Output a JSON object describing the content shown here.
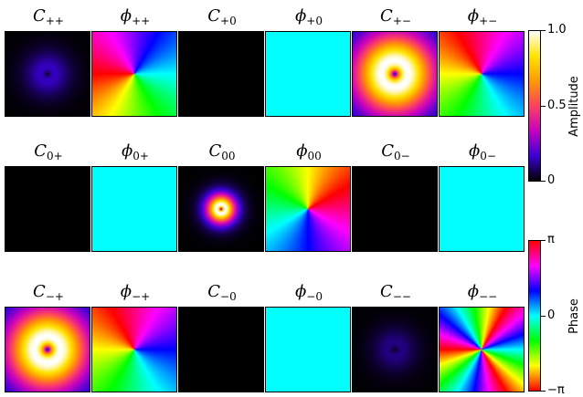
{
  "chart_data": {
    "type": "heatmap",
    "layout": {
      "rows": 3,
      "columns": 6
    },
    "panels": [
      {
        "row": 0,
        "col": 0,
        "symbol": "C",
        "sub": "++",
        "kind": "amplitude",
        "pattern": "faint-ring",
        "peak_amplitude": 0.15
      },
      {
        "row": 0,
        "col": 1,
        "symbol": "ϕ",
        "sub": "++",
        "kind": "phase",
        "pattern": "vortex",
        "winding": 1,
        "offset_deg": 0
      },
      {
        "row": 0,
        "col": 2,
        "symbol": "C",
        "sub": "+0",
        "kind": "amplitude",
        "pattern": "zero",
        "peak_amplitude": 0.0
      },
      {
        "row": 0,
        "col": 3,
        "symbol": "ϕ",
        "sub": "+0",
        "kind": "phase",
        "pattern": "uniform",
        "phase_value": 0
      },
      {
        "row": 0,
        "col": 4,
        "symbol": "C",
        "sub": "+−",
        "kind": "amplitude",
        "pattern": "ring",
        "peak_amplitude": 1.0
      },
      {
        "row": 0,
        "col": 5,
        "symbol": "ϕ",
        "sub": "+−",
        "kind": "phase",
        "pattern": "vortex",
        "winding": 1,
        "offset_deg": 60
      },
      {
        "row": 1,
        "col": 0,
        "symbol": "C",
        "sub": "0+",
        "kind": "amplitude",
        "pattern": "zero",
        "peak_amplitude": 0.0
      },
      {
        "row": 1,
        "col": 1,
        "symbol": "ϕ",
        "sub": "0+",
        "kind": "phase",
        "pattern": "uniform",
        "phase_value": 0
      },
      {
        "row": 1,
        "col": 2,
        "symbol": "C",
        "sub": "00",
        "kind": "amplitude",
        "pattern": "small-ring",
        "peak_amplitude": 1.0
      },
      {
        "row": 1,
        "col": 3,
        "symbol": "ϕ",
        "sub": "00",
        "kind": "phase",
        "pattern": "vortex",
        "winding": 1,
        "offset_deg": 150
      },
      {
        "row": 1,
        "col": 4,
        "symbol": "C",
        "sub": "0−",
        "kind": "amplitude",
        "pattern": "zero",
        "peak_amplitude": 0.0
      },
      {
        "row": 1,
        "col": 5,
        "symbol": "ϕ",
        "sub": "0−",
        "kind": "phase",
        "pattern": "uniform",
        "phase_value": 0
      },
      {
        "row": 2,
        "col": 0,
        "symbol": "C",
        "sub": "−+",
        "kind": "amplitude",
        "pattern": "ring",
        "peak_amplitude": 1.0
      },
      {
        "row": 2,
        "col": 1,
        "symbol": "ϕ",
        "sub": "−+",
        "kind": "phase",
        "pattern": "vortex",
        "winding": 1,
        "offset_deg": 60
      },
      {
        "row": 2,
        "col": 2,
        "symbol": "C",
        "sub": "−0",
        "kind": "amplitude",
        "pattern": "zero",
        "peak_amplitude": 0.0
      },
      {
        "row": 2,
        "col": 3,
        "symbol": "ϕ",
        "sub": "−0",
        "kind": "phase",
        "pattern": "uniform",
        "phase_value": 0
      },
      {
        "row": 2,
        "col": 4,
        "symbol": "C",
        "sub": "−−",
        "kind": "amplitude",
        "pattern": "faint-ring",
        "peak_amplitude": 0.1
      },
      {
        "row": 2,
        "col": 5,
        "symbol": "ϕ",
        "sub": "−−",
        "kind": "phase",
        "pattern": "vortex",
        "winding": 3,
        "offset_deg": 0
      }
    ],
    "colorbars": [
      {
        "name": "amplitude",
        "label": "Amplitude",
        "range": [
          0,
          1
        ],
        "ticks": [
          {
            "value": 0,
            "label": "0"
          },
          {
            "value": 0.5,
            "label": "0.5"
          },
          {
            "value": 1,
            "label": "1.0"
          }
        ],
        "colormap": [
          "#000000",
          "#3b00d6",
          "#c800c0",
          "#ff4060",
          "#ff9a00",
          "#ffe400",
          "#ffffff"
        ]
      },
      {
        "name": "phase",
        "label": "Phase",
        "range": [
          -3.14159,
          3.14159
        ],
        "ticks": [
          {
            "value": -3.14159,
            "label": "−π"
          },
          {
            "value": 0,
            "label": "0"
          },
          {
            "value": 3.14159,
            "label": "π"
          }
        ],
        "colormap": [
          "#ff0000",
          "#ffff00",
          "#00ff00",
          "#00ffff",
          "#0000ff",
          "#ff00ff",
          "#ff0000"
        ]
      }
    ]
  }
}
